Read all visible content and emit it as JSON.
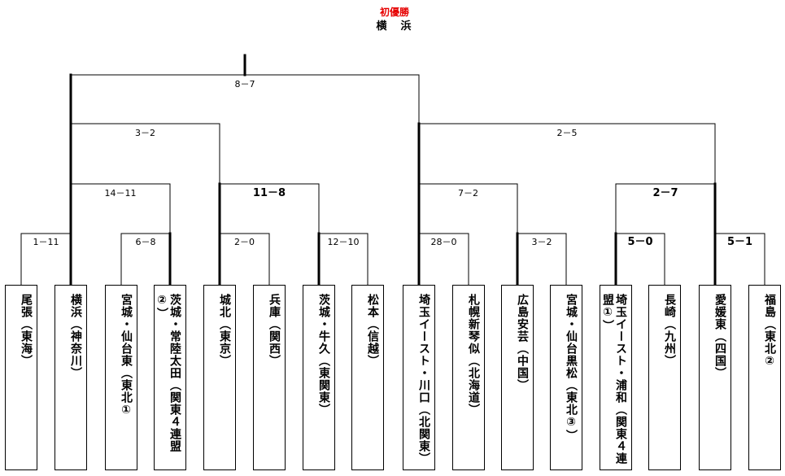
{
  "champion": {
    "label": "初優勝",
    "name": "横　浜"
  },
  "teams": [
    "尾張（東海）",
    "横浜（神奈川）",
    "宮城・仙台東（東北①",
    "茨城・常陸太田（関東４連盟②）",
    "城北（東京）",
    "兵庫（関西）",
    "茨城・牛久（東関東）",
    "松本（信越）",
    "埼玉イースト・川口（北関東）",
    "札幌新琴似（北海道）",
    "広島安芸（中国）",
    "宮城・仙台黒松（東北③）",
    "埼玉イースト・浦和（関東４連盟①）",
    "長崎（九州）",
    "愛媛東（四国）",
    "福島（東北②"
  ],
  "round1_scores": [
    "1－11",
    "6－8",
    "2－0",
    "12－10",
    "28－0",
    "3－2",
    "5－0",
    "5－1"
  ],
  "round2_scores": [
    "14－11",
    "11－8",
    "7－2",
    "2－7"
  ],
  "semifinal_scores": [
    "3－2",
    "2－5"
  ],
  "final_score": "8－7",
  "winners": {
    "round1": [
      1,
      1,
      0,
      0,
      0,
      0,
      0,
      0
    ],
    "round2": [
      0,
      0,
      0,
      1
    ],
    "semifinal": [
      0,
      0
    ],
    "final": 0
  }
}
